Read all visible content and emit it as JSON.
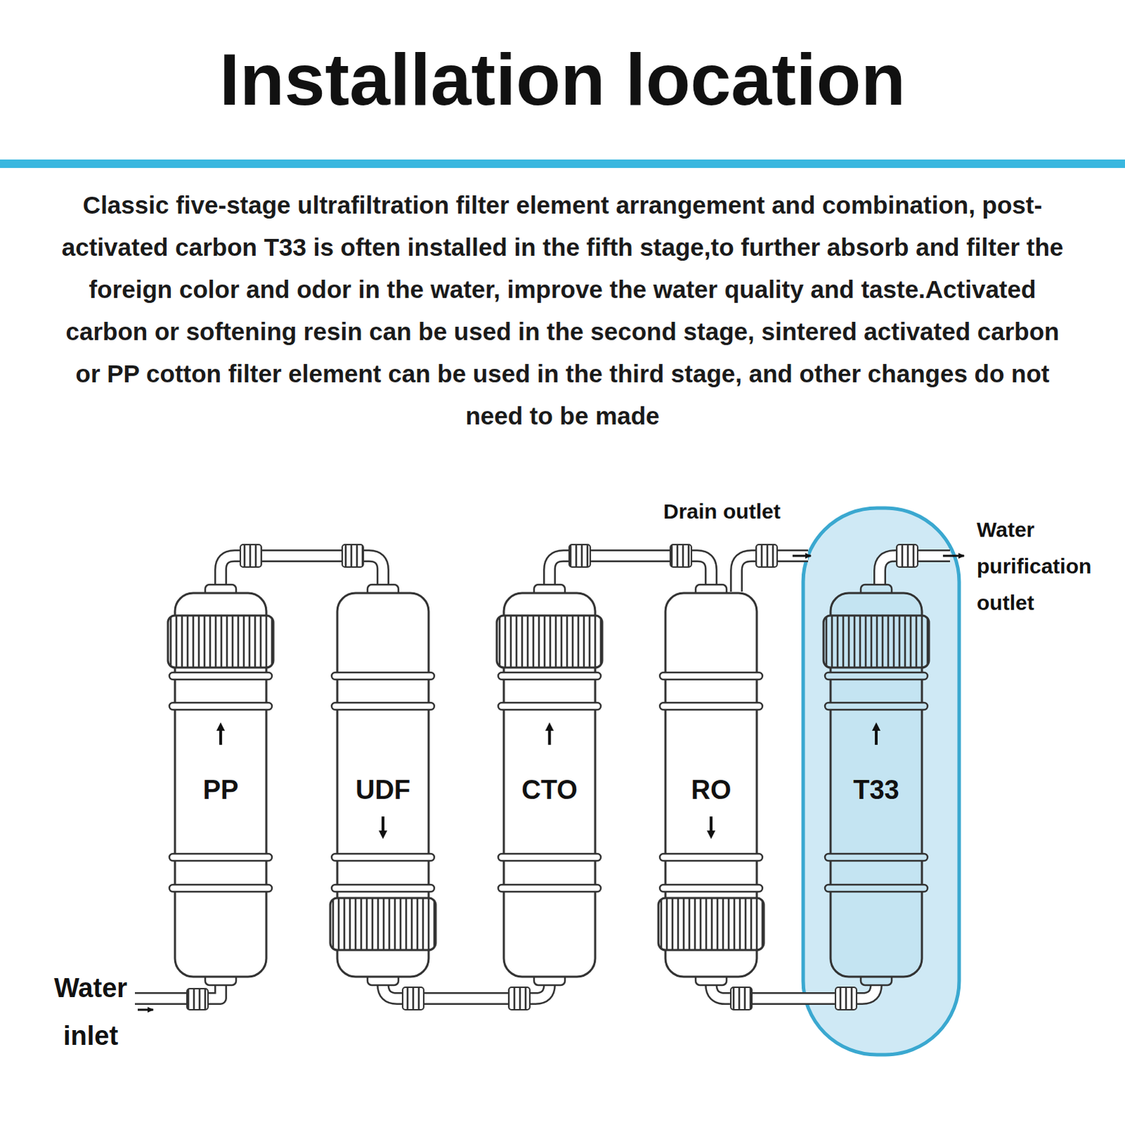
{
  "diagram": {
    "title": "Installation location",
    "nodes": [
      {
        "text": [
          "PP"
        ]
      },
      {
        "text": [
          "UDF"
        ]
      },
      {
        "text": [
          "CTO"
        ]
      },
      {
        "text": [
          "RO"
        ]
      },
      {
        "text": [
          "T33"
        ]
      }
    ],
    "edges": [
      {
        "from": 0,
        "to": 1,
        "arrow": "none"
      },
      {
        "from": 1,
        "to": 2,
        "arrow": "none"
      },
      {
        "from": 2,
        "to": 3,
        "arrow": "none"
      },
      {
        "from": 3,
        "to": 4,
        "arrow": "none"
      }
    ],
    "labels": [
      "Classic five-stage ultrafiltration filter element arrangement and combination, post-activated carbon T33 is often installed in the fifth stage,to further absorb and filter the foreign color and odor in the water, improve the water quality and taste.Activated carbon or softening resin can be used in the second stage, sintered activated carbon or PP cotton filter element can be used in the third stage, and other changes do not need to be made",
      "Drain outlet",
      "Water purification outlet",
      "Water inlet"
    ]
  }
}
